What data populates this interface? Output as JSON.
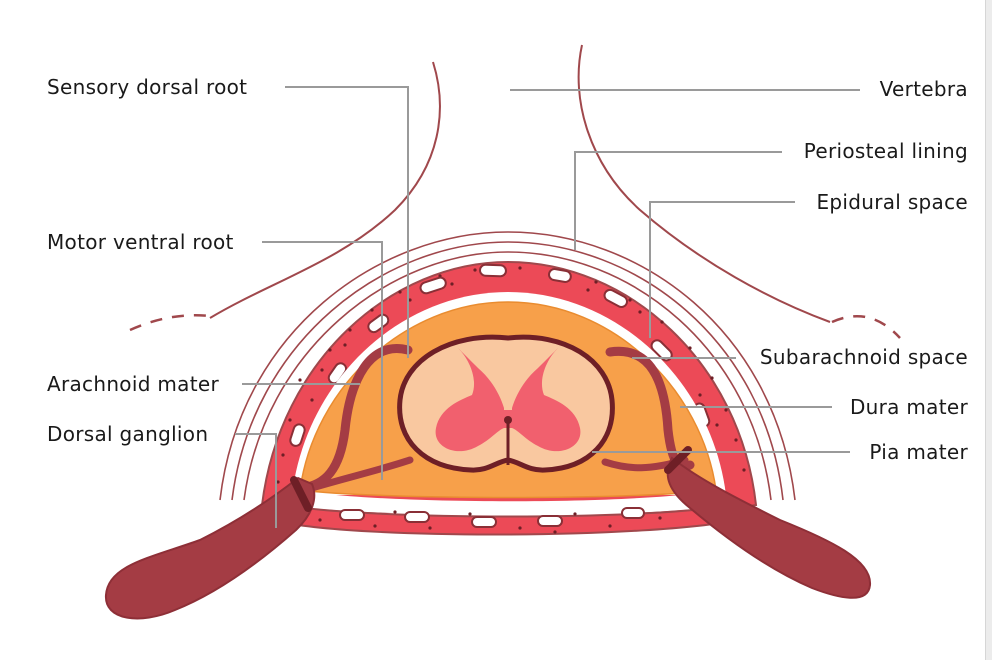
{
  "diagram": {
    "labels": {
      "sensory_dorsal_root": "Sensory dorsal root",
      "motor_ventral_root": "Motor ventral root",
      "arachnoid_mater": "Arachnoid mater",
      "dorsal_ganglion": "Dorsal ganglion",
      "vertebra": "Vertebra",
      "periosteal_lining": "Periosteal lining",
      "epidural_space": "Epidural space",
      "subarachnoid_space": "Subarachnoid space",
      "dura_mater": "Dura mater",
      "pia_mater": "Pia mater"
    },
    "colors": {
      "outline": "#a0484c",
      "epidural_fill": "#ec4a57",
      "subarachnoid_fill": "#f7a04a",
      "cord_fill": "#f9c8a0",
      "gray_matter": "#f1606e",
      "nerve": "#a43c44",
      "leader": "#9a9a9a"
    }
  }
}
